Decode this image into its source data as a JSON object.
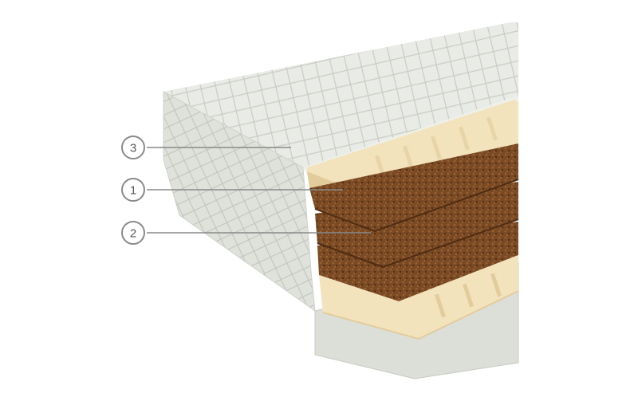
{
  "callouts": [
    {
      "number": "3"
    },
    {
      "number": "1"
    },
    {
      "number": "2"
    }
  ],
  "colors": {
    "cover": "#e9ebe6",
    "cover_shade": "#d5d8d1",
    "latex": "#f3e3bd",
    "latex_shade": "#e2cc9c",
    "coir": "#7a4a24",
    "coir_dark": "#4e2c13",
    "callout_stroke": "#8a8a8a"
  }
}
